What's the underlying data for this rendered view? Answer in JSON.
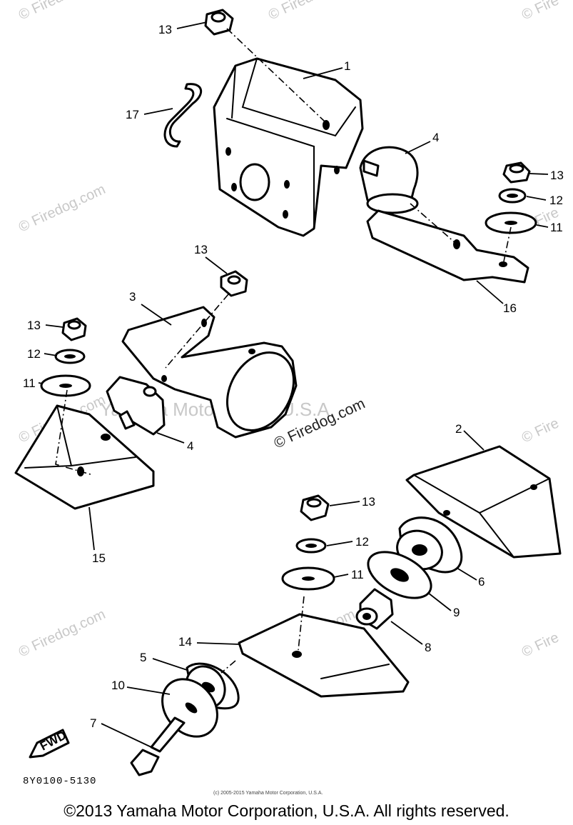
{
  "watermarks": {
    "main": "© Firedog.com",
    "faint": "Yamaha Motor Corp., U.S.A.",
    "corner": "© Fire"
  },
  "callouts": {
    "c1": "1",
    "c2": "2",
    "c3": "3",
    "c4a": "4",
    "c4b": "4",
    "c5": "5",
    "c6": "6",
    "c7": "7",
    "c8": "8",
    "c9": "9",
    "c10": "10",
    "c11a": "11",
    "c11b": "11",
    "c11c": "11",
    "c12a": "12",
    "c12b": "12",
    "c12c": "12",
    "c13a": "13",
    "c13b": "13",
    "c13c": "13",
    "c13d": "13",
    "c13e": "13",
    "c14": "14",
    "c15": "15",
    "c16": "16",
    "c17": "17"
  },
  "fwd_label": "FWD",
  "diagram_code": "8Y0100-5130",
  "small_credit": "(c) 2005-2015 Yamaha Motor Corporation, U.S.A.",
  "copyright": "©2013 Yamaha Motor Corporation, U.S.A. All rights reserved."
}
